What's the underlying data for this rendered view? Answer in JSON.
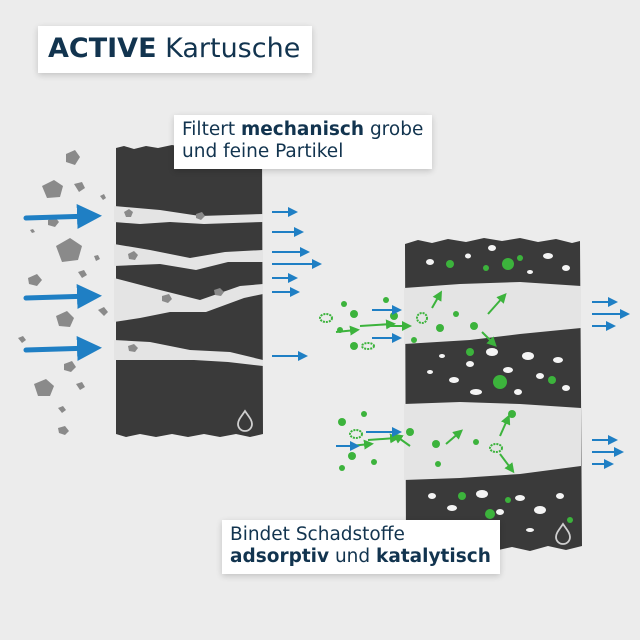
{
  "title": {
    "bold": "ACTIVE",
    "rest": "Kartusche"
  },
  "mechanical_label": {
    "line1_pre": "Filtert ",
    "line1_bold": "mechanisch",
    "line1_post": " grobe",
    "line2": "und feine Partikel"
  },
  "adsorptive_label": {
    "line1": "Bindet Schadstoffe",
    "line2_bold1": "adsorptiv",
    "line2_mid": " und ",
    "line2_bold2": "katalytisch"
  },
  "colors": {
    "background": "#ececec",
    "filter_dark": "#3a3a3a",
    "channel_light": "#e4e4e4",
    "arrow_blue": "#1f7fc4",
    "particle_gray": "#8a8a8a",
    "pollutant_green": "#3cb33c",
    "text_navy": "#12344f"
  },
  "icons": [
    "water-drop-icon",
    "water-drop-icon"
  ]
}
